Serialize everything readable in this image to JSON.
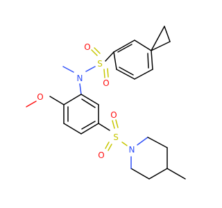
{
  "molecule": {
    "atoms": {
      "n": "N",
      "s1": "S",
      "s2": "S",
      "o1": "O",
      "o2": "O",
      "o3": "O",
      "o4": "O",
      "o_methoxy": "O",
      "n_pip": "N"
    }
  },
  "colors": {
    "carbon": "#000000",
    "nitrogen": "#3050f8",
    "oxygen": "#ff0d0d",
    "sulfur": "#c6c600",
    "background": "#ffffff"
  }
}
